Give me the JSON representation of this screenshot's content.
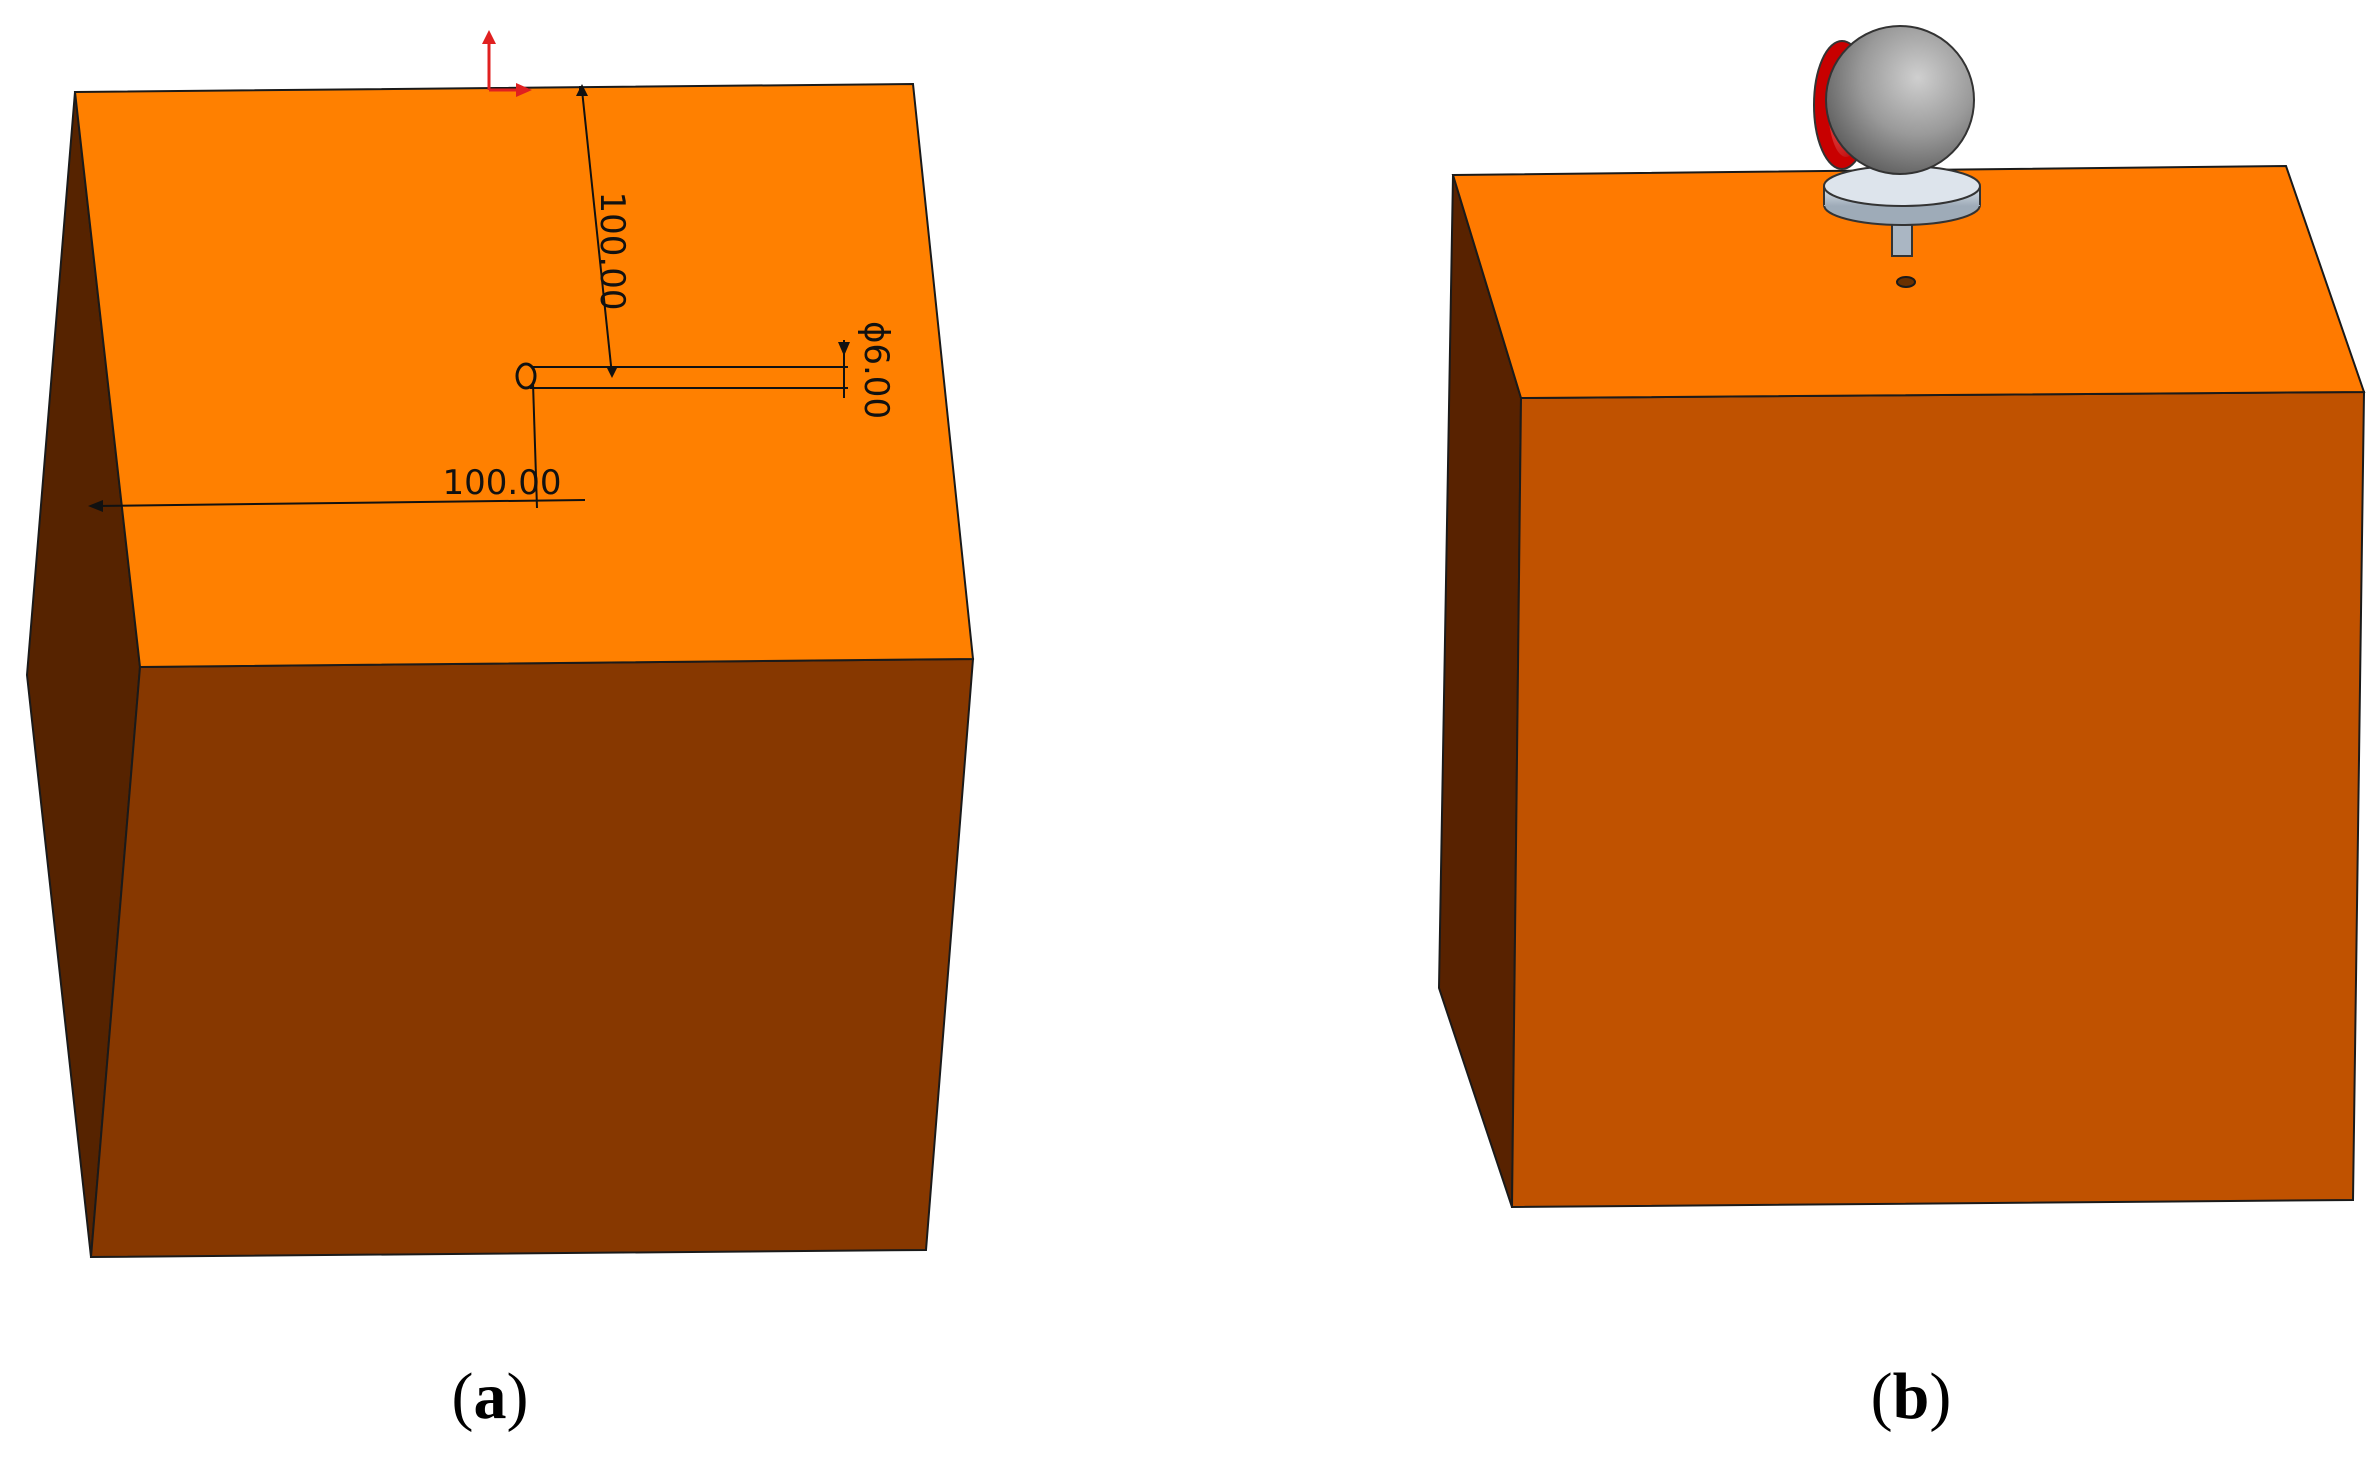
{
  "panels": [
    {
      "id": "a",
      "caption_open": "(",
      "caption_letter": "a",
      "caption_close": ")",
      "dimensions": {
        "vertical": "100.00",
        "horizontal": "100.00",
        "diameter": "ϕ6.00"
      }
    },
    {
      "id": "b",
      "caption_open": "(",
      "caption_letter": "b",
      "caption_close": ")"
    }
  ],
  "colors": {
    "top_face": "#FF8000",
    "front_face_a": "#873800",
    "side_face_a": "#562300",
    "front_face_b": "#C05200",
    "side_face_b": "#582200",
    "top_face_b": "#FF7A00",
    "edge": "#1a1a1a",
    "dimension_line": "#111111",
    "axis_marker": "#E02020",
    "sphere": "#8e8e8e",
    "sphere_ring": "#E01010",
    "fixture": "#C9D3DE"
  },
  "icons": {
    "axis": "coordinate-axis-icon",
    "print_head": "spherical-print-head-icon"
  }
}
